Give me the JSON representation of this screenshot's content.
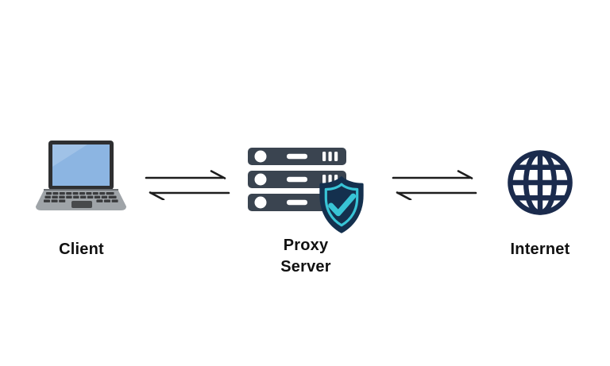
{
  "diagram": {
    "type": "network-flow-diagram",
    "nodes": [
      {
        "id": "client",
        "label": "Client",
        "icon": "laptop-icon"
      },
      {
        "id": "proxy-server",
        "label": "Proxy\nServer",
        "icon": "server-rack-shield-icon"
      },
      {
        "id": "internet",
        "label": "Internet",
        "icon": "globe-icon"
      }
    ],
    "connections": [
      {
        "from": "Client",
        "to": "Proxy Server",
        "direction": "bidirectional",
        "style": "paired-harpoon-arrows"
      },
      {
        "from": "Proxy Server",
        "to": "Internet",
        "direction": "bidirectional",
        "style": "paired-harpoon-arrows"
      }
    ],
    "colors": {
      "background": "#ffffff",
      "label_text": "#111111",
      "arrow": "#1d1d1d",
      "server_body": "#3a4450",
      "server_detail": "#ffffff",
      "shield_navy": "#14304e",
      "shield_cyan": "#38c4d6",
      "globe_navy": "#1b2b4d",
      "laptop_screen_blue": "#8cb5e2",
      "laptop_bezel": "#2e2f31",
      "laptop_body_gray": "#a3a7ab",
      "laptop_keys": "#3a3b3d"
    }
  }
}
